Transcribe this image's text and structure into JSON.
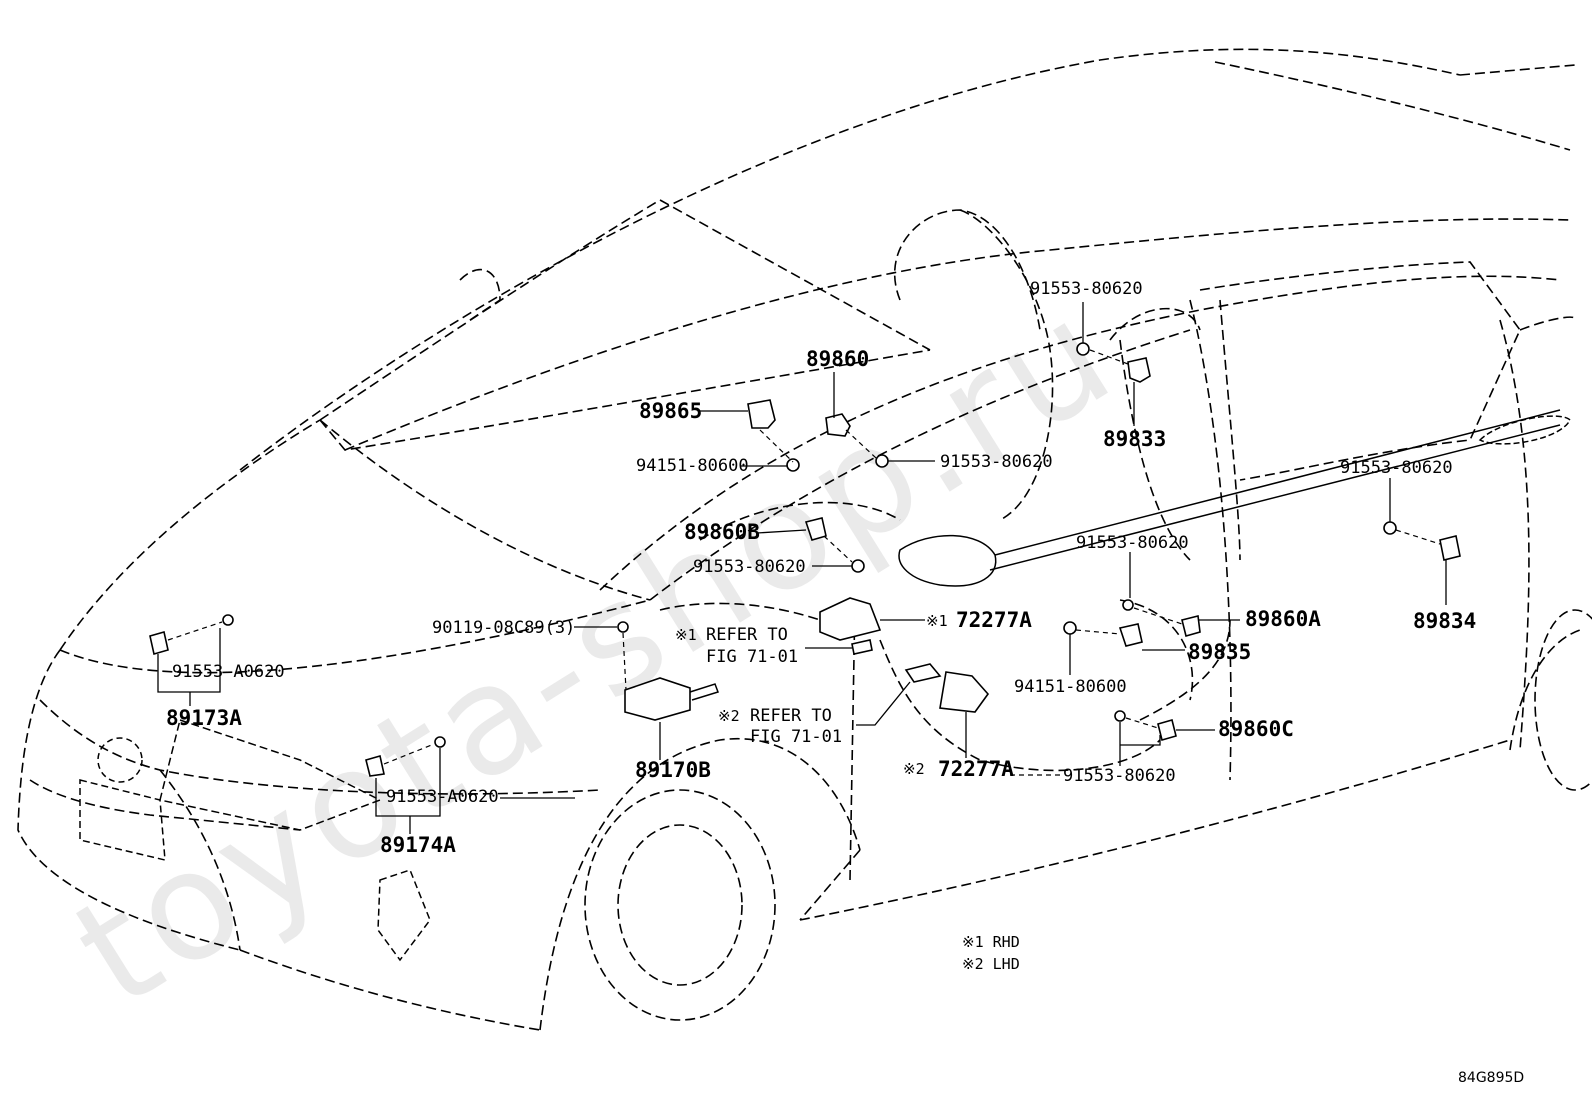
{
  "diagram": {
    "watermark": "toyota-shop.ru",
    "figure_code": "84G895D",
    "labels": {
      "p89865": "89865",
      "p89860": "89860",
      "p94151_a": "94151-80600",
      "p91553_80620_a": "91553-80620",
      "p91553_80620_b": "91553-80620",
      "p89833": "89833",
      "p89860B": "89860B",
      "p91553_80620_c": "91553-80620",
      "p90119": "90119-08C89(3)",
      "p72277A_1": "72277A",
      "p91553_80620_d": "91553-80620",
      "p89860A": "89860A",
      "p91553_80620_e": "91553-80620",
      "p89834": "89834",
      "p89835": "89835",
      "p94151_b": "94151-80600",
      "p91553_A0620_a": "91553-A0620",
      "p89173A": "89173A",
      "p89170B": "89170B",
      "p72277A_2": "72277A",
      "p91553_80620_f": "91553-80620",
      "p89860C": "89860C",
      "p91553_A0620_b": "91553-A0620",
      "p89174A": "89174A"
    },
    "refs": {
      "ref1_mark": "※1",
      "ref1_line1": "REFER TO",
      "ref1_line2": "FIG 71-01",
      "ref2_mark": "※2",
      "ref2_line1": "REFER TO",
      "ref2_line2": "FIG 71-01",
      "mark1": "※1",
      "mark2": "※2"
    },
    "legend": {
      "line1": "※1 RHD",
      "line2": "※2 LHD"
    }
  }
}
